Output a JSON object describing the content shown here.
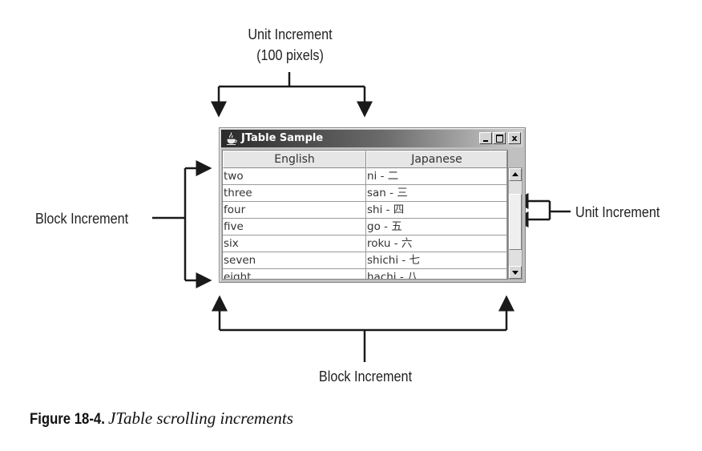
{
  "callouts": {
    "top_line1": "Unit Increment",
    "top_line2": "(100 pixels)",
    "left": "Block Increment",
    "right": "Unit Increment",
    "bottom": "Block Increment"
  },
  "window": {
    "title": "JTable Sample",
    "icon": "java-cup-icon",
    "controls": {
      "minimize": "_",
      "maximize": "□",
      "close": "x"
    }
  },
  "table": {
    "columns": [
      "English",
      "Japanese"
    ],
    "rows": [
      [
        "two",
        "ni - 二"
      ],
      [
        "three",
        "san - 三"
      ],
      [
        "four",
        "shi - 四"
      ],
      [
        "five",
        "go - 五"
      ],
      [
        "six",
        "roku - 六"
      ],
      [
        "seven",
        "shichi - 七"
      ],
      [
        "eight",
        "hachi - 八"
      ]
    ]
  },
  "scrollbar": {
    "up_icon": "arrow-up-icon",
    "down_icon": "arrow-down-icon"
  },
  "caption": {
    "label": "Figure 18-4.",
    "text": "JTable scrolling increments"
  }
}
